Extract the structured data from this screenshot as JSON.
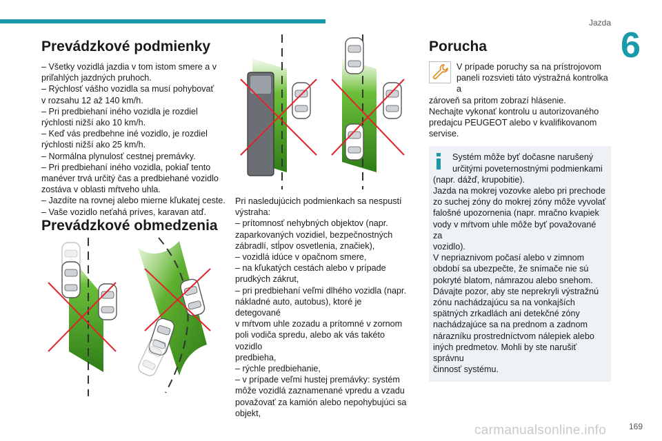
{
  "header": {
    "section": "Jazda",
    "chapter": "6"
  },
  "conditions": {
    "title": "Prevádzkové podmienky",
    "lines": [
      "– Všetky vozidlá jazdia v tom istom smere a v",
      "priľahlých jazdných pruhoch.",
      "– Rýchlosť vášho vozidla sa musí pohybovať",
      "v rozsahu 12 až 140 km/h.",
      "– Pri predbiehaní iného vozidla je rozdiel",
      "rýchlosti nižší ako 10 km/h.",
      "– Keď vás predbehne iné vozidlo, je rozdiel",
      "rýchlosti nižší ako 25 km/h.",
      "– Normálna plynulosť cestnej premávky.",
      "– Pri predbiehaní iného vozidla, pokiaľ tento",
      "manéver trvá určitý čas a predbiehané vozidlo",
      "zostáva v oblasti mŕtveho uhla.",
      "– Jazdíte na rovnej alebo mierne kľukatej ceste.",
      "– Vaše vozidlo neťahá príves, karavan atď."
    ]
  },
  "limits": {
    "title": "Prevádzkové obmedzenia",
    "lines": [
      "Pri nasledujúcich podmienkach sa nespustí",
      "výstraha:",
      "– prítomnosť nehybných objektov (napr.",
      "zaparkovaných vozidiel, bezpečnostných",
      "zábradlí, stĺpov osvetlenia, značiek),",
      "– vozidlá idúce v opačnom smere,",
      "– na kľukatých cestách alebo v prípade",
      "prudkých zákrut,",
      "– pri predbiehaní veľmi dlhého vozidla (napr.",
      "nákladné auto, autobus), ktoré je detegované",
      "v mŕtvom uhle zozadu a prítomné v zornom",
      "poli vodiča spredu, alebo ak vás takéto vozidlo",
      "predbieha,",
      "– rýchle predbiehanie,",
      "– v prípade veľmi hustej premávky: systém",
      "môže vozidlá zaznamenané vpredu a vzadu",
      "považovať za kamión alebo nepohybujúci sa",
      "objekt,"
    ]
  },
  "fault": {
    "title": "Porucha",
    "intro_lines": [
      "V prípade poruchy sa na prístrojovom",
      "paneli rozsvieti táto výstražná kontrolka a"
    ],
    "lines": [
      "zároveň sa pritom zobrazí hlásenie.",
      "Nechajte vykonať kontrolu u autorizovaného",
      "predajcu PEUGEOT alebo v kvalifikovanom",
      "servise."
    ],
    "info_head_lines": [
      "Systém môže byť dočasne narušený",
      "určitými poveternostnými podmienkami"
    ],
    "info_lines": [
      "(napr. dážď, krupobitie).",
      "Jazda na mokrej vozovke alebo pri prechode",
      "zo suchej zóny do mokrej zóny môže vyvolať",
      "falošné upozornenia (napr. mračno kvapiek",
      "vody v mŕtvom uhle môže byť považované za",
      "vozidlo).",
      "V nepriaznivom počasí alebo v zimnom",
      "období sa ubezpečte, že snímače nie sú",
      "pokryté blatom, námrazou alebo snehom.",
      "Dávajte pozor, aby ste neprekryli výstražnú",
      "zónu nachádzajúcu sa na vonkajších",
      "spätných zrkadlách ani detekčné zóny",
      "nachádzajúce sa na prednom a zadnom",
      "nárazníku prostredníctvom nálepiek alebo",
      "iných predmetov. Mohli by ste narušiť správnu",
      "činnosť systému."
    ]
  },
  "footer": {
    "page": "169",
    "watermark": "carmanualsonline.info"
  },
  "colors": {
    "accent": "#1a9aa8",
    "zone_green": "#5fb030",
    "cross_red": "#e0242c",
    "info_bg": "#eef1f5"
  }
}
